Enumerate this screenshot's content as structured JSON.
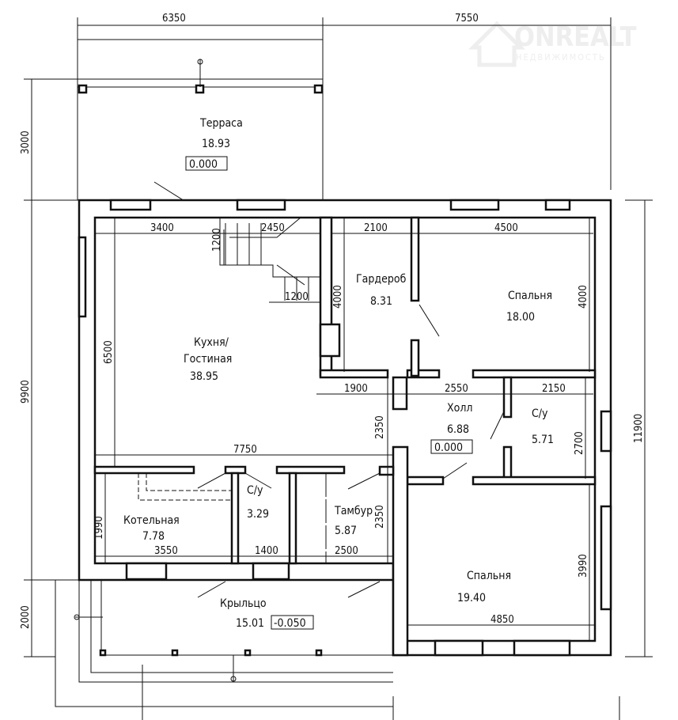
{
  "watermark": {
    "brand": "ONREALT",
    "tagline": "НЕДВИЖИМОСТЬ"
  },
  "rooms": [
    {
      "name": "Терраса",
      "area": "18.93",
      "level": "0.000"
    },
    {
      "name": "Кухня/",
      "name2": "Гостиная",
      "area": "38.95"
    },
    {
      "name": "Гардероб",
      "area": "8.31"
    },
    {
      "name": "Спальня",
      "area": "18.00"
    },
    {
      "name": "Холл",
      "area": "6.88",
      "level": "0.000"
    },
    {
      "name": "С/у",
      "area": "5.71"
    },
    {
      "name": "Котельная",
      "area": "7.78"
    },
    {
      "name": "С/у",
      "area": "3.29"
    },
    {
      "name": "Тамбур",
      "area": "5.87"
    },
    {
      "name": "Спальня",
      "area": "19.40"
    },
    {
      "name": "Крыльцо",
      "area": "15.01",
      "level": "-0.050"
    }
  ],
  "dims": {
    "top_left": "6350",
    "top_right": "7550",
    "left_terrace": "3000",
    "left_main": "9900",
    "left_porch": "2000",
    "right_total": "11900",
    "kitchen_w1": "3400",
    "stair_w": "2450",
    "stair_h": "1200",
    "stair_b": "1200",
    "kitchen_h": "6500",
    "gard_w": "2100",
    "gard_h": "4000",
    "bed1_w": "4500",
    "bed1_h": "4000",
    "hall_a": "1900",
    "hall_b": "2550",
    "su_w": "2150",
    "su_h": "2700",
    "hall_h": "2350",
    "row_w": "7750",
    "boiler_h": "1990",
    "boiler_w": "3550",
    "su2_w": "1400",
    "tambur_w": "2500",
    "tambur_h": "2350",
    "bed2_h": "3990",
    "bed2_w": "4850"
  }
}
